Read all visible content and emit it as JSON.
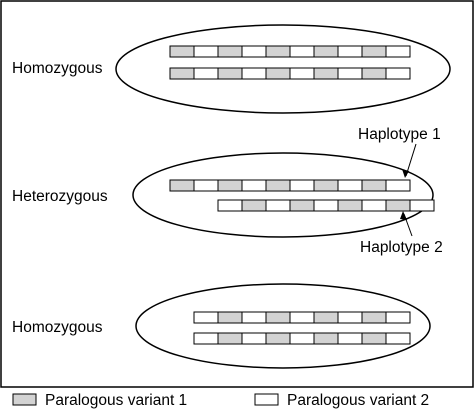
{
  "panels": [
    {
      "label": "Homozygous",
      "rows": [
        {
          "segments": [
            "v1",
            "v2",
            "v1",
            "v2",
            "v1",
            "v2",
            "v1",
            "v2",
            "v1",
            "v2"
          ]
        },
        {
          "segments": [
            "v1",
            "v2",
            "v1",
            "v2",
            "v1",
            "v2",
            "v1",
            "v2",
            "v1",
            "v2"
          ]
        }
      ]
    },
    {
      "label": "Heterozygous",
      "rows": [
        {
          "segments": [
            "v1",
            "v2",
            "v1",
            "v2",
            "v1",
            "v2",
            "v1",
            "v2",
            "v1",
            "v2"
          ]
        },
        {
          "segments": [
            "v2",
            "v1",
            "v2",
            "v1",
            "v2",
            "v1",
            "v2",
            "v1",
            "v2"
          ]
        }
      ],
      "callouts": [
        "Haplotype 1",
        "Haplotype 2"
      ]
    },
    {
      "label": "Homozygous",
      "rows": [
        {
          "segments": [
            "v2",
            "v1",
            "v2",
            "v1",
            "v2",
            "v1",
            "v2",
            "v1",
            "v2"
          ]
        },
        {
          "segments": [
            "v2",
            "v1",
            "v2",
            "v1",
            "v2",
            "v1",
            "v2",
            "v1",
            "v2"
          ]
        }
      ]
    }
  ],
  "legend": [
    {
      "key": "v1",
      "label": "Paralogous variant 1",
      "color": "#d3d3d3"
    },
    {
      "key": "v2",
      "label": "Paralogous variant 2",
      "color": "#ffffff"
    }
  ]
}
